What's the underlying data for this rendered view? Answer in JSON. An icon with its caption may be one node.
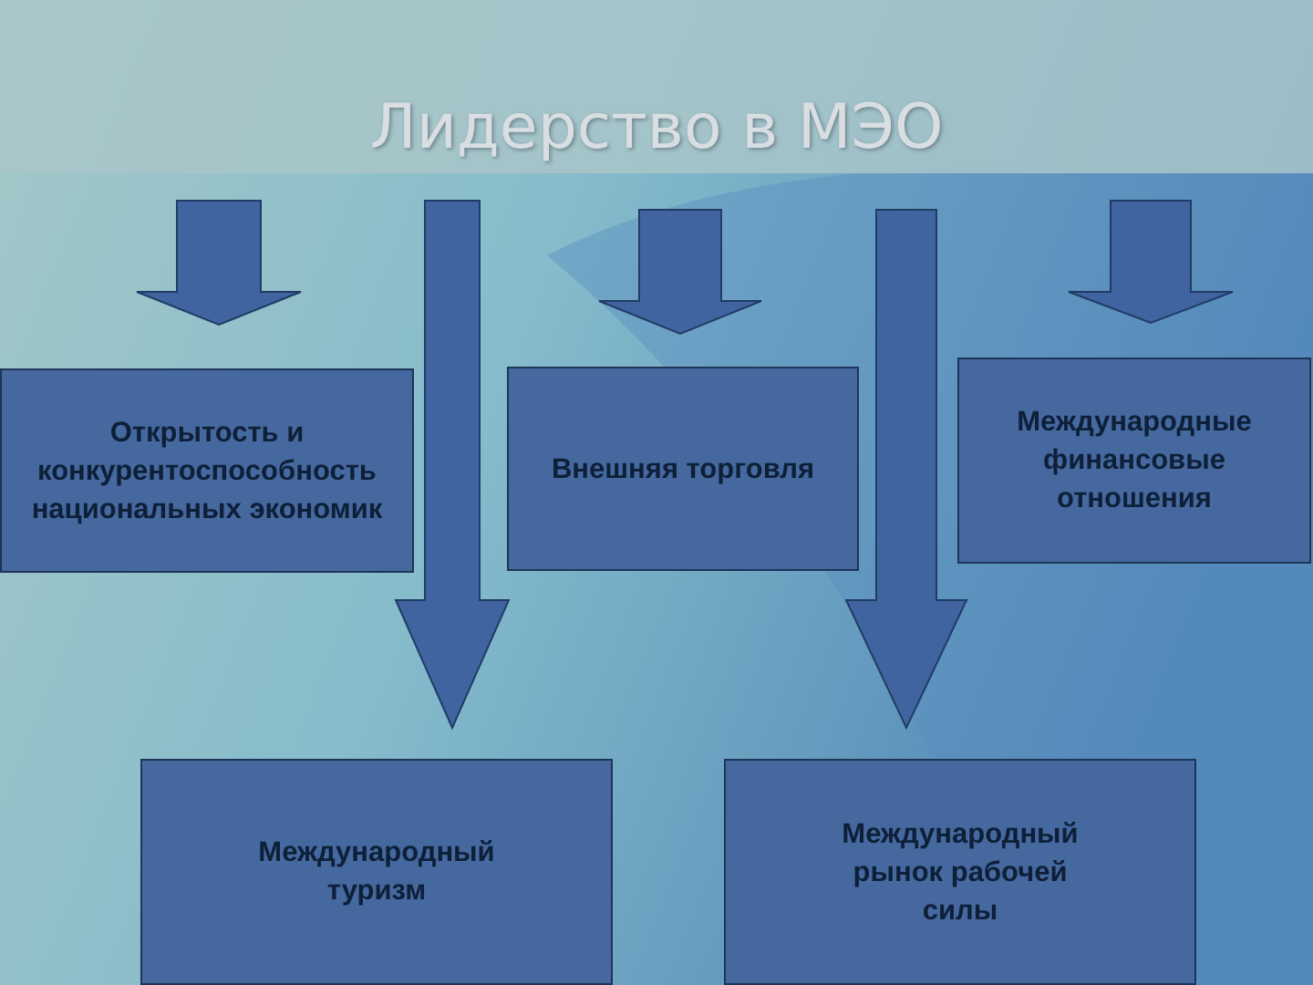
{
  "diagram": {
    "title": "Лидерство в МЭО",
    "nodes": [
      {
        "text": [
          "Открытость и конкурентоспособность национальных экономик"
        ]
      },
      {
        "text": [
          "Внешняя торговля"
        ]
      },
      {
        "text": [
          "Международные финансовые отношения"
        ]
      },
      {
        "text": [
          "Международный туризм"
        ]
      },
      {
        "text": [
          "Международный рынок рабочей силы"
        ]
      }
    ],
    "edges": [
      {
        "from": null,
        "to": 0,
        "arrow": "to"
      },
      {
        "from": null,
        "to": 3,
        "arrow": "to"
      },
      {
        "from": null,
        "to": 1,
        "arrow": "to"
      },
      {
        "from": null,
        "to": 4,
        "arrow": "to"
      },
      {
        "from": null,
        "to": 2,
        "arrow": "to"
      }
    ]
  }
}
